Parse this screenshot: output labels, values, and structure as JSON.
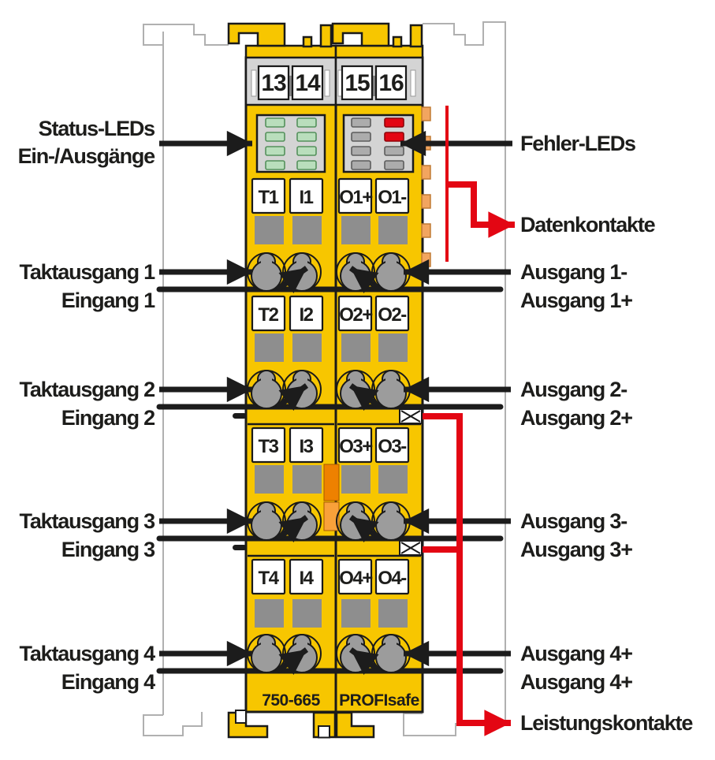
{
  "device": {
    "left_module_number": "750-665",
    "right_module_label": "PROFIsafe"
  },
  "plug_numbers": [
    "13",
    "14",
    "15",
    "16"
  ],
  "terminal_rows": [
    {
      "labels": [
        "T1",
        "I1",
        "O1+",
        "O1-"
      ]
    },
    {
      "labels": [
        "T2",
        "I2",
        "O2+",
        "O2-"
      ]
    },
    {
      "labels": [
        "T3",
        "I3",
        "O3+",
        "O3-"
      ]
    },
    {
      "labels": [
        "T4",
        "I4",
        "O4+",
        "O4-"
      ]
    }
  ],
  "annotations": {
    "left": {
      "status_leds": {
        "line1": "Status-LEDs",
        "line2": "Ein-/Ausgänge"
      },
      "rows": [
        {
          "clock": "Taktausgang 1",
          "input": "Eingang 1"
        },
        {
          "clock": "Taktausgang 2",
          "input": "Eingang 2"
        },
        {
          "clock": "Taktausgang 3",
          "input": "Eingang 3"
        },
        {
          "clock": "Taktausgang 4",
          "input": "Eingang 4"
        }
      ]
    },
    "right": {
      "error_leds": "Fehler-LEDs",
      "data_contacts": "Datenkontakte",
      "power_contacts": "Leistungskontakte",
      "rows": [
        {
          "minus": "Ausgang 1-",
          "plus": "Ausgang 1+"
        },
        {
          "minus": "Ausgang 2-",
          "plus": "Ausgang 2+"
        },
        {
          "minus": "Ausgang 3-",
          "plus": "Ausgang 3+"
        },
        {
          "minus": "Ausgang 4+",
          "plus": "Ausgang 4+"
        }
      ]
    }
  },
  "leds": {
    "status_panel": [
      [
        "green",
        "green"
      ],
      [
        "green",
        "green"
      ],
      [
        "green",
        "green"
      ],
      [
        "green",
        "green"
      ]
    ],
    "error_panel": [
      [
        "off",
        "red"
      ],
      [
        "off",
        "red"
      ],
      [
        "off",
        "off"
      ],
      [
        "off",
        "off"
      ]
    ]
  },
  "colors": {
    "module_yellow": "#F7C600",
    "signal_red": "#E30613",
    "led_green": "#B9DEBC",
    "led_off": "#ACACAC",
    "data_contact_orange": "#F2A55F",
    "latch_orange": "#EE8100",
    "panel_gray": "#D4D4D4",
    "line_black": "#1C1C1C"
  }
}
